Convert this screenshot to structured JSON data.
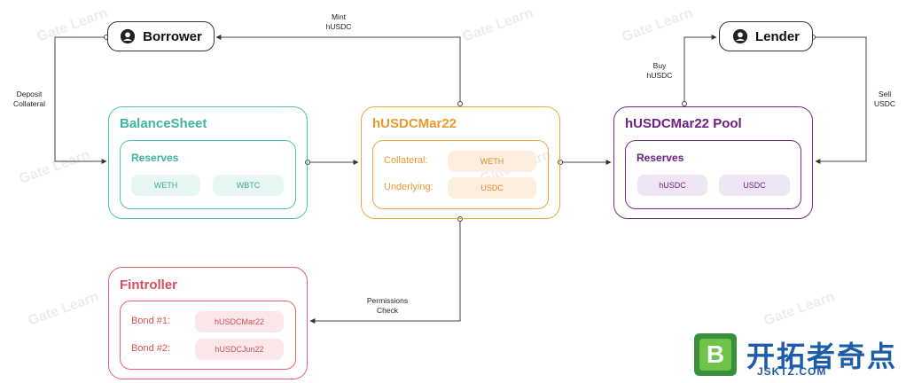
{
  "watermark": "Gate Learn",
  "actors": {
    "borrower": "Borrower",
    "lender": "Lender"
  },
  "labels": {
    "mint_line1": "Mint",
    "mint_line2": "hUSDC",
    "deposit_line1": "Deposit",
    "deposit_line2": "Collateral",
    "buy_line1": "Buy",
    "buy_line2": "hUSDC",
    "sell_line1": "Sell",
    "sell_line2": "USDC",
    "perm_line1": "Permissions",
    "perm_line2": "Check"
  },
  "balance_sheet": {
    "title": "BalanceSheet",
    "reserves_title": "Reserves",
    "items": [
      "WETH",
      "WBTC"
    ]
  },
  "husdc": {
    "title": "hUSDCMar22",
    "rows": [
      {
        "label": "Collateral:",
        "value": "WETH"
      },
      {
        "label": "Underlying:",
        "value": "USDC"
      }
    ]
  },
  "pool": {
    "title": "hUSDCMar22 Pool",
    "reserves_title": "Reserves",
    "items": [
      "hUSDC",
      "USDC"
    ]
  },
  "fintroller": {
    "title": "Fintroller",
    "rows": [
      {
        "label": "Bond #1:",
        "value": "hUSDCMar22"
      },
      {
        "label": "Bond #2:",
        "value": "hUSDCJun22"
      }
    ]
  },
  "brand": {
    "logo_letter": "B",
    "name_cn": "开拓者奇点",
    "url": "JSKTZ.COM"
  },
  "colors": {
    "balance_sheet": "#4ec3ad",
    "husdc": "#f2a63b",
    "pool": "#7b2a8a",
    "fintroller": "#e2636c"
  }
}
